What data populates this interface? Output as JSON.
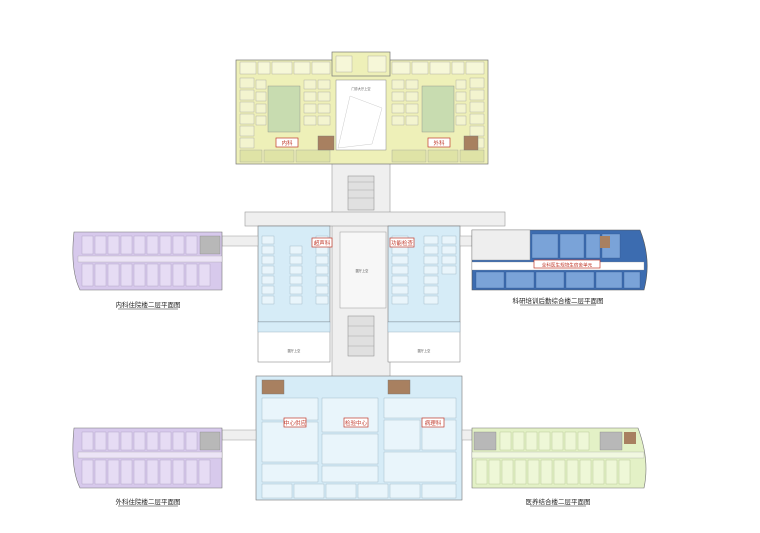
{
  "labels": {
    "top_left_dept": "内科",
    "top_right_dept": "外科",
    "lobby_top": "门诊大厅上空",
    "hall_mid": "圆厅上空",
    "hall_low_left": "圆厅上空",
    "hall_low_right": "圆厅上空",
    "dept_left_mid": "超声科",
    "dept_right_mid": "功能检查",
    "center_left": "中心供应",
    "center_mid": "检验中心",
    "center_right": "病理科",
    "research_bar": "全科医生规培生宿舍单元"
  },
  "captions": {
    "inpatient_internal": "内科住院楼二层平面图",
    "research_building": "科研培训后勤综合楼二层平面图",
    "inpatient_surgical": "外科住院楼二层平面图",
    "care_building": "医养结合楼二层平面图"
  },
  "colors": {
    "yellow": "#eef0b8",
    "green": "#c8dcb0",
    "blue_light": "#d6ecf7",
    "purple": "#d7c9ec",
    "navy": "#3c6cb0",
    "navy_light": "#7aa3d8",
    "lime": "#e3f1c6",
    "brown": "#a88060",
    "gray": "#b8b8b8",
    "corridor": "#efefef"
  }
}
